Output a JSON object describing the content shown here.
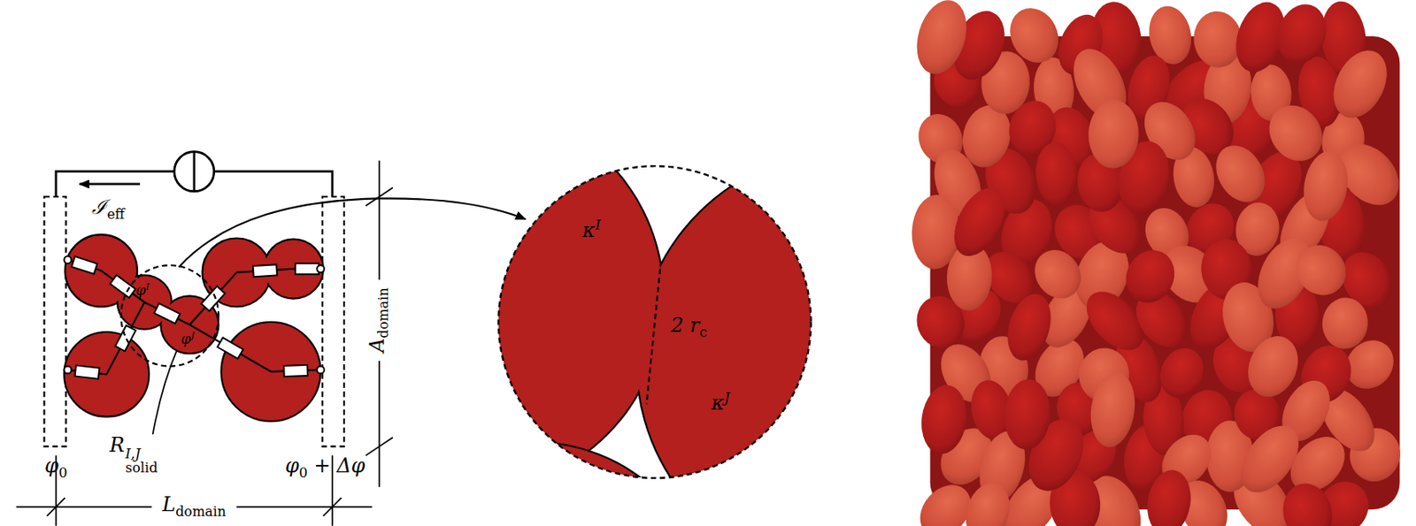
{
  "diagram": {
    "labels": [
      "ℐeff",
      "φI",
      "φJ",
      "RI,Jsolid",
      "φ0",
      "φ0 + Δφ",
      "Adomain",
      "Ldomain",
      "κI",
      "2 rc",
      "κJ"
    ]
  }
}
